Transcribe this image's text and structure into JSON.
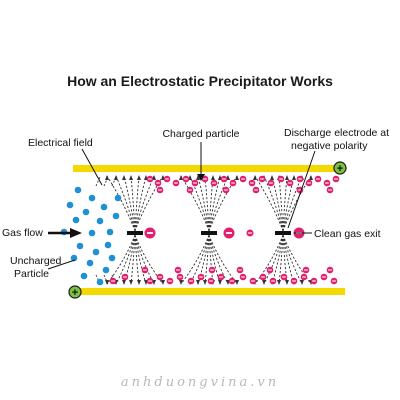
{
  "title": "How an Electrostatic Precipitator Works",
  "labels": {
    "electrical_field": "Electrical field",
    "charged_particle": "Charged particle",
    "discharge_line1": "Discharge electrode at",
    "discharge_line2": "negative polarity",
    "gas_flow": "Gas flow",
    "uncharged_line1": "Uncharged",
    "uncharged_line2": "Particle",
    "clean_gas_exit": "Clean gas exit"
  },
  "symbols": {
    "positive": "+",
    "negative": "−"
  },
  "watermark": "anhduongvina.vn",
  "colors": {
    "plate": "#f5d800",
    "positive_badge": "#7cc242",
    "negative_particle": "#e0206e",
    "uncharged_particle": "#1e90d6",
    "field_line": "#333333",
    "electrode": "#111111"
  }
}
